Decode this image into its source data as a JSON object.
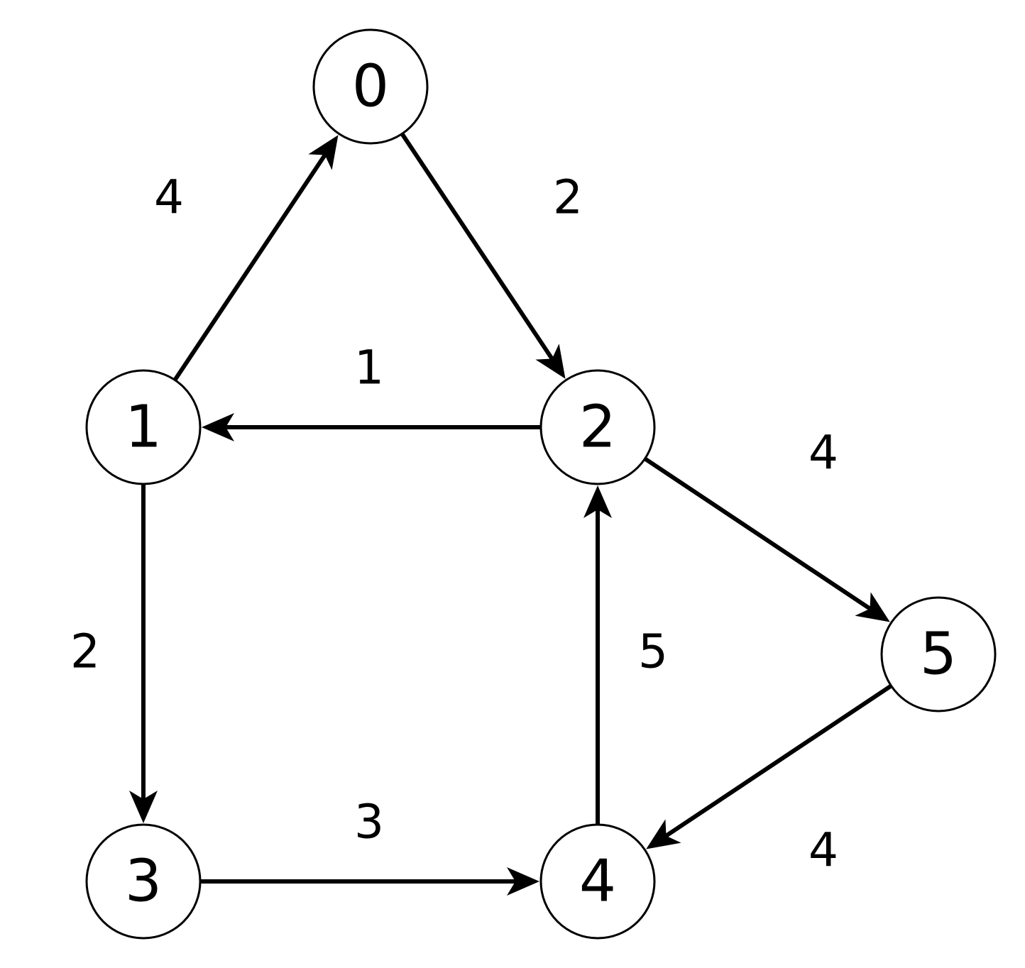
{
  "graph": {
    "nodes": [
      {
        "id": "0",
        "label": "0"
      },
      {
        "id": "1",
        "label": "1"
      },
      {
        "id": "2",
        "label": "2"
      },
      {
        "id": "3",
        "label": "3"
      },
      {
        "id": "4",
        "label": "4"
      },
      {
        "id": "5",
        "label": "5"
      }
    ],
    "edges": [
      {
        "from": "1",
        "to": "0",
        "weight": "4"
      },
      {
        "from": "0",
        "to": "2",
        "weight": "2"
      },
      {
        "from": "2",
        "to": "1",
        "weight": "1"
      },
      {
        "from": "2",
        "to": "5",
        "weight": "4"
      },
      {
        "from": "1",
        "to": "3",
        "weight": "2"
      },
      {
        "from": "4",
        "to": "2",
        "weight": "5"
      },
      {
        "from": "3",
        "to": "4",
        "weight": "3"
      },
      {
        "from": "5",
        "to": "4",
        "weight": "4"
      }
    ]
  }
}
